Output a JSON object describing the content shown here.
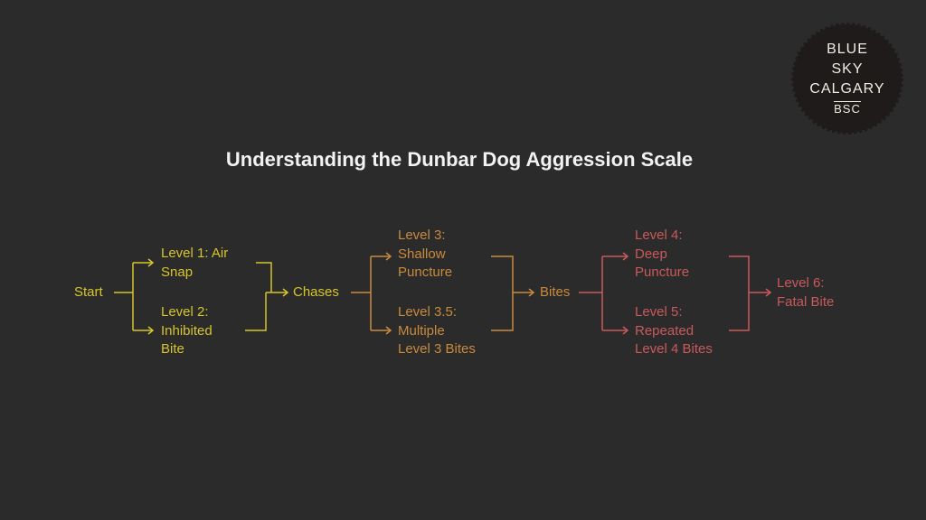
{
  "title": "Understanding the Dunbar Dog Aggression Scale",
  "logo": {
    "lines": [
      "BLUE",
      "SKY",
      "CALGARY"
    ],
    "abbr": "BSC"
  },
  "colors": {
    "background": "#2b2b2b",
    "stage1": "#d6c52a",
    "stage2": "#c98a3c",
    "stage3": "#c9595a"
  },
  "nodes": {
    "start": [
      "Start"
    ],
    "level1": [
      "Level 1: Air",
      "Snap"
    ],
    "level2": [
      "Level 2:",
      "Inhibited",
      "Bite"
    ],
    "chases": [
      "Chases"
    ],
    "level3": [
      "Level 3:",
      "Shallow",
      "Puncture"
    ],
    "level35": [
      "Level 3.5:",
      "Multiple",
      "Level 3 Bites"
    ],
    "bites": [
      "Bites"
    ],
    "level4": [
      "Level 4:",
      "Deep",
      "Puncture"
    ],
    "level5": [
      "Level 5:",
      "Repeated",
      "Level 4 Bites"
    ],
    "level6": [
      "Level 6:",
      "Fatal Bite"
    ]
  }
}
